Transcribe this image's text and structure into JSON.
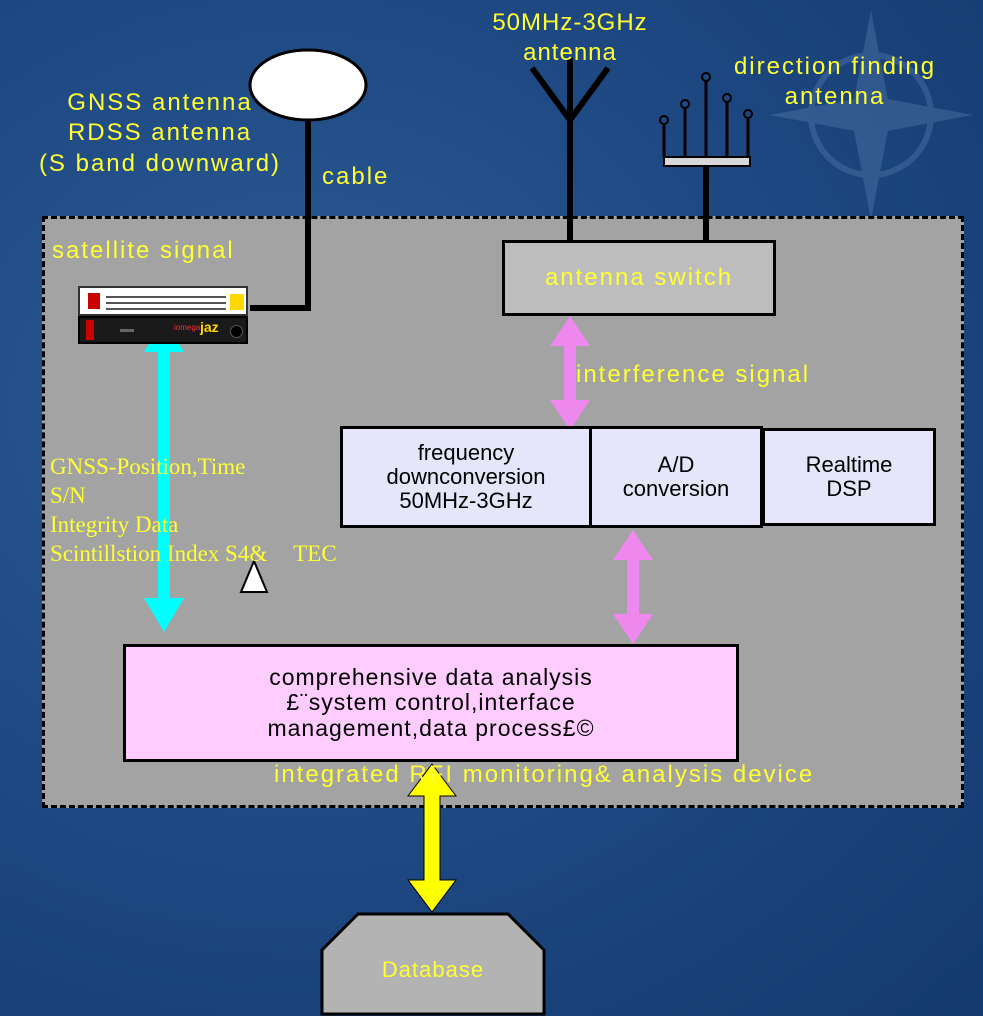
{
  "labels": {
    "antenna_band": [
      "50MHz-3GHz",
      "antenna"
    ],
    "gnss_antenna": [
      "GNSS antenna",
      "RDSS antenna",
      "(S band downward)"
    ],
    "direction_antenna": [
      "direction finding",
      "antenna"
    ],
    "cable": "cable",
    "satellite_signal": "satellite signal",
    "interference_signal": "interference signal",
    "device_caption": "integrated RFI monitoring& analysis device"
  },
  "blocks": {
    "antenna_switch": "antenna switch",
    "freq_downconversion": [
      "frequency",
      "downconversion",
      "50MHz-3GHz"
    ],
    "ad_conversion": [
      "A/D",
      "conversion"
    ],
    "realtime_dsp": [
      "Realtime",
      "DSP"
    ],
    "analysis": [
      "comprehensive data analysis",
      "£¨system control,interface",
      "management,data process£©"
    ],
    "database": "Database"
  },
  "gnss_outputs": [
    "GNSS-Position,Time",
    "S/N",
    "Integrity Data",
    "Scintillstion Index S4&",
    "TEC"
  ],
  "device_brand": [
    "iomega",
    "jaz"
  ],
  "colors": {
    "label": "#ffff33",
    "gnss_arrow": "#00ffff",
    "signal_arrow": "#ee88ee",
    "database_arrow": "#ffff00",
    "device_bg": "#a3a3a3",
    "processing_box": "#e6e6fa",
    "analysis_box": "#ffccff",
    "database_bg": "#b3b3b3"
  }
}
